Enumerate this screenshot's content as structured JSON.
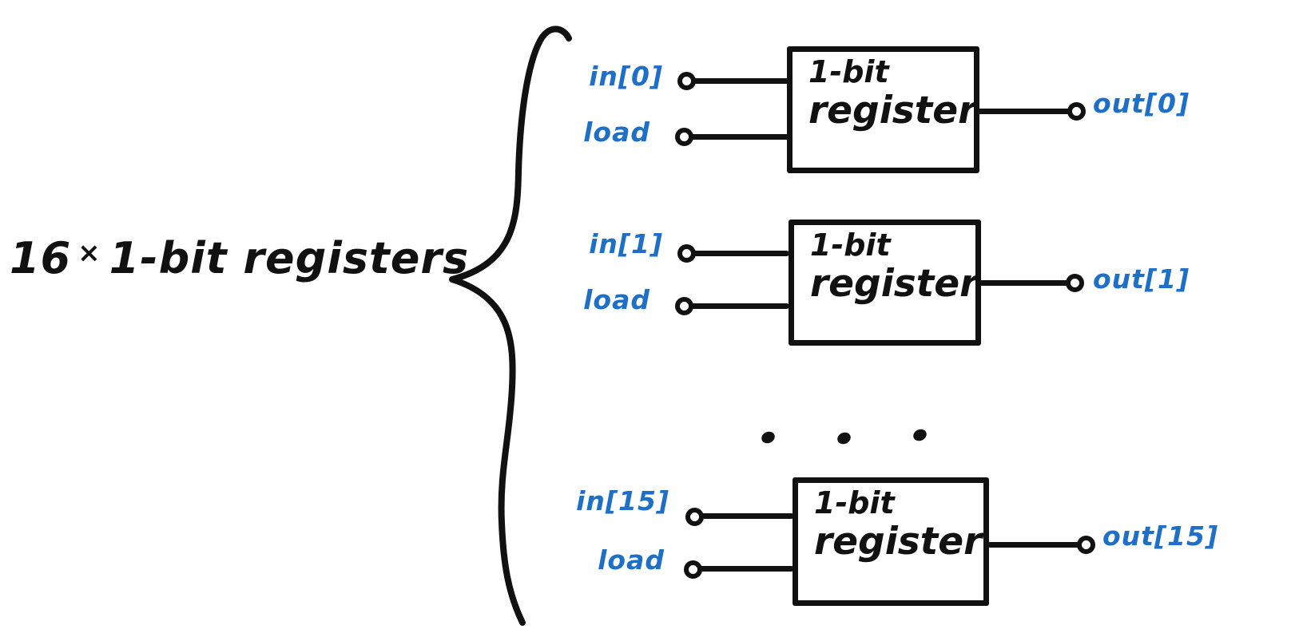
{
  "group_label": {
    "prefix": "16",
    "times": "×",
    "suffix": "1-bit registers"
  },
  "colors": {
    "ink": "#111111",
    "signal_blue": "#1d6fc8",
    "background": "#ffffff"
  },
  "registers": [
    {
      "data_input": "in[0]",
      "load_input": "load",
      "output": "out[0]",
      "box_line1": "1-bit",
      "box_line2": "register"
    },
    {
      "data_input": "in[1]",
      "load_input": "load",
      "output": "out[1]",
      "box_line1": "1-bit",
      "box_line2": "register"
    },
    {
      "data_input": "in[15]",
      "load_input": "load",
      "output": "out[15]",
      "box_line1": "1-bit",
      "box_line2": "register"
    }
  ],
  "ellipsis_dots": 3
}
